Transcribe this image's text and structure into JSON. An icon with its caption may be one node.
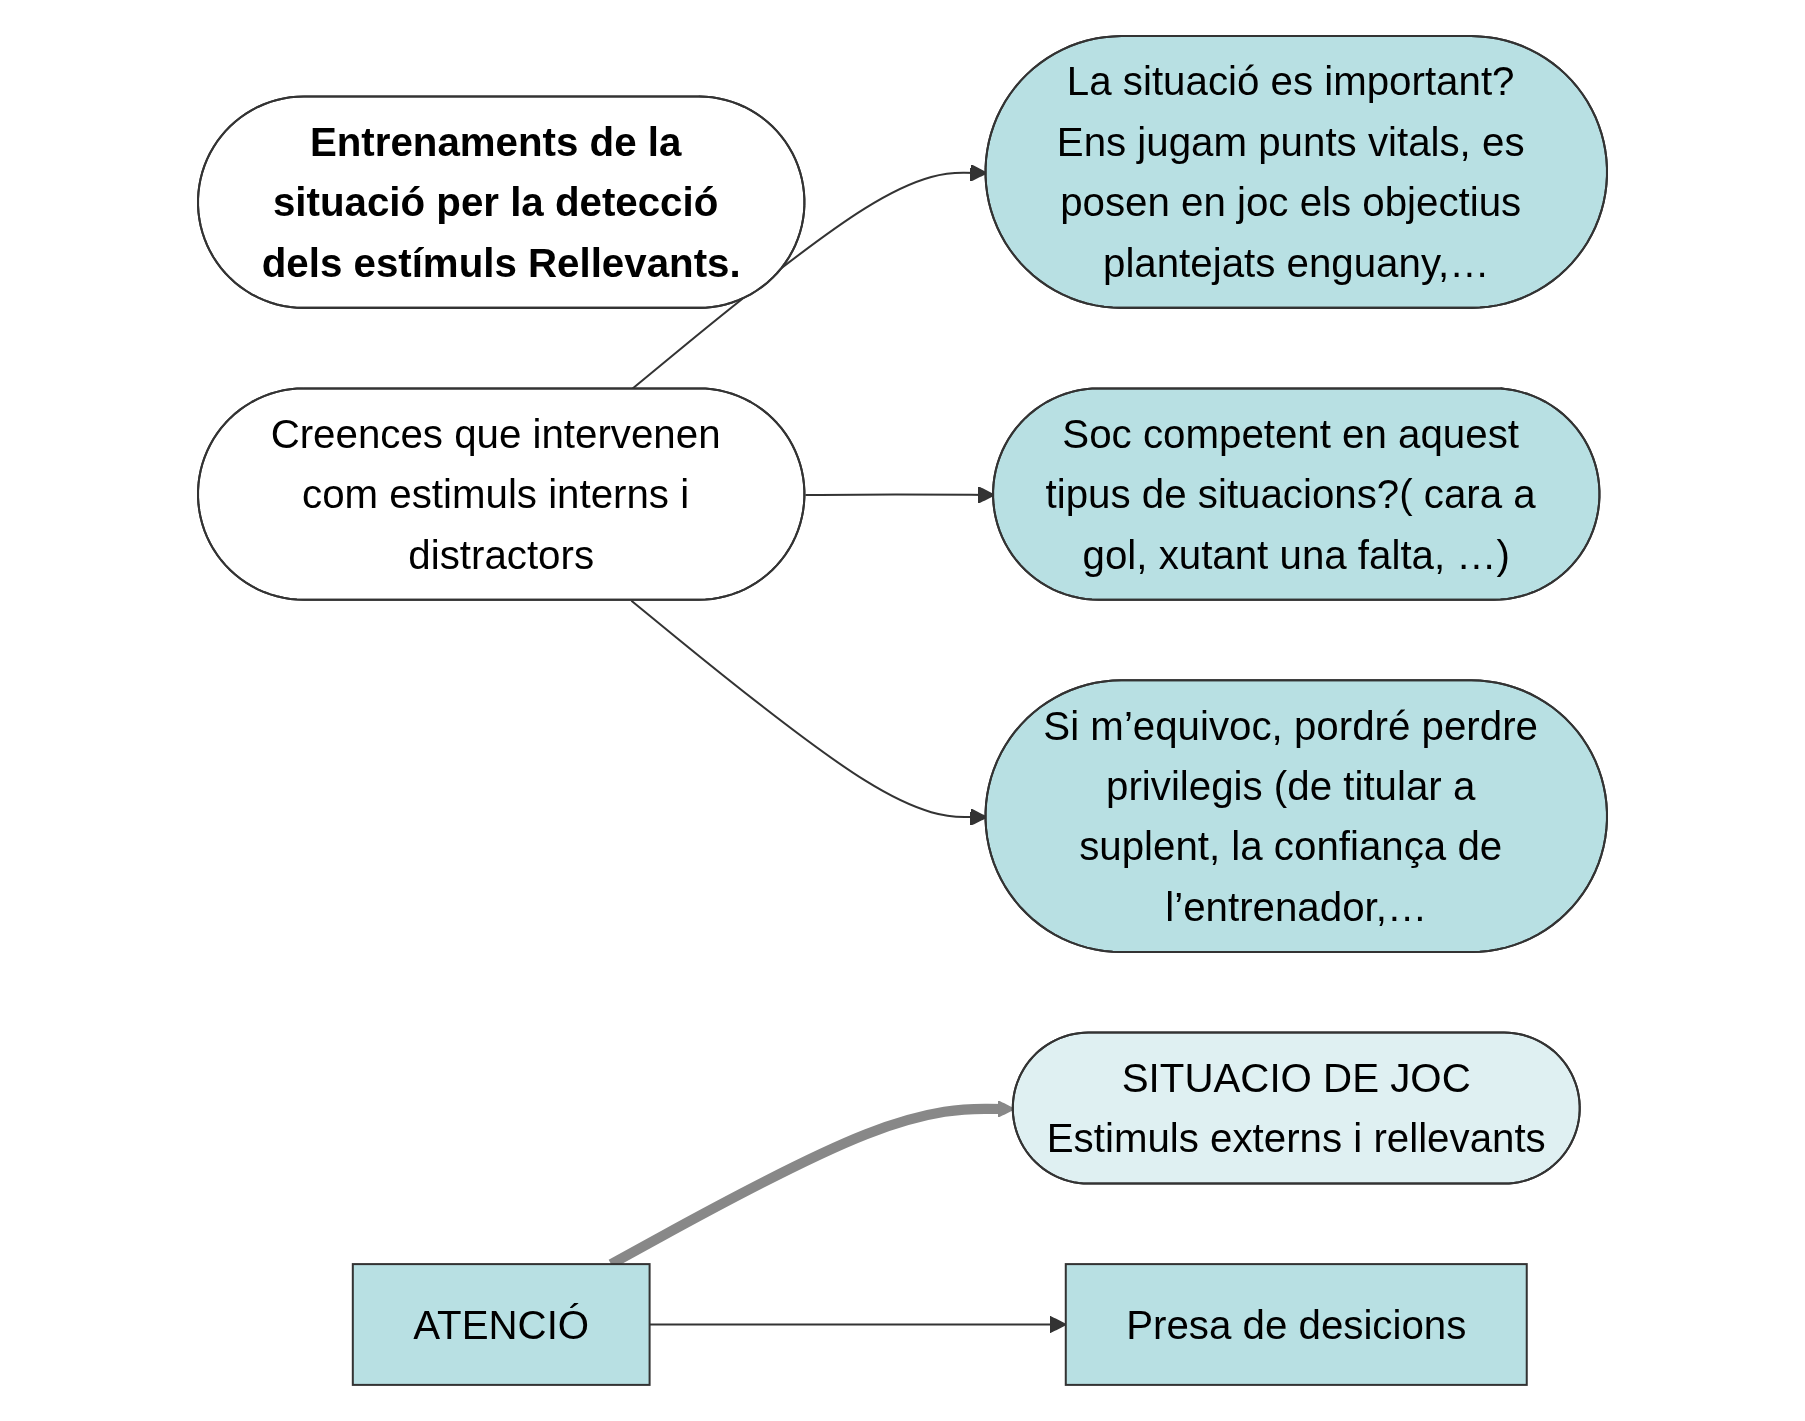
{
  "diagram": {
    "nodes": [
      {
        "text": [
          "SITUACIO DE JOC",
          "Estimuls externs i rellevants"
        ]
      },
      {
        "text": [
          "Entrenaments de la situació per la detecció dels estímuls Rellevants."
        ]
      },
      {
        "text": [
          "Creences que intervenen com estimuls interns i distractors"
        ]
      },
      {
        "text": [
          "La situació es important? Ens jugam punts vitals, es posen en joc els objectius plantejats enguany,…"
        ]
      },
      {
        "text": [
          "Soc competent en aquest tipus de situacions?( cara a gol, xutant una falta, …)"
        ]
      },
      {
        "text": [
          "Si m’equivoc, pordré perdre privilegis (de titular a suplent, la confiança de l’entrenador,…"
        ]
      },
      {
        "text": [
          "ATENCIÓ"
        ]
      },
      {
        "text": [
          "Presa de desicions"
        ]
      }
    ],
    "edges": [
      {
        "from": 6,
        "to": 0,
        "arrow": "to",
        "style": "thick",
        "color": "#888888"
      },
      {
        "from": 2,
        "to": 3,
        "arrow": "to"
      },
      {
        "from": 2,
        "to": 4,
        "arrow": "to"
      },
      {
        "from": 2,
        "to": 5,
        "arrow": "to"
      },
      {
        "from": 6,
        "to": 7,
        "arrow": "to"
      }
    ]
  }
}
